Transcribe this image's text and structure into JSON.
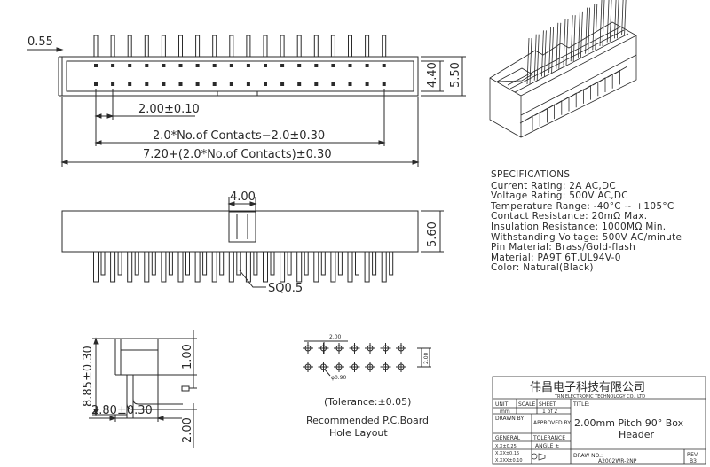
{
  "top_view": {
    "dim_left": "0.55",
    "dim_h1": "4.40",
    "dim_h2": "5.50",
    "dim_pitch": "2.00±0.10",
    "dim_contacts": "2.0*No.of Contacts−2.0±0.30",
    "dim_total": "7.20+(2.0*No.of Contacts)±0.30"
  },
  "front_view": {
    "dim_key": "4.00",
    "dim_height": "5.60",
    "pin_label": "SQ0.5"
  },
  "side_view": {
    "dim_height": "8.85±0.30",
    "dim_pin": "1.00",
    "dim_width": "2.80±0.30",
    "dim_tail": "2.00"
  },
  "pcb_layout": {
    "dim_pitch": "2.00",
    "dim_row": "2.00",
    "hole": "φ0.90",
    "tolerance": "(Tolerance:±0.05)",
    "caption_line1": "Recommended P.C.Board",
    "caption_line2": "Hole Layout"
  },
  "specifications": {
    "title": "SPECIFICATIONS",
    "lines": [
      "Current Rating: 2A AC,DC",
      "Voltage Rating: 500V AC,DC",
      "Temperature Range: -40°C ~ +105°C",
      "Contact Resistance: 20mΩ Max.",
      "Insulation Resistance: 1000MΩ Min.",
      "Withstanding Voltage: 500V AC/minute",
      "Pin Material: Brass/Gold-flash",
      "Material: PA9T 6T,UL94V-0",
      "Color: Natural(Black)"
    ]
  },
  "title_block": {
    "company_cn": "伟昌电子科技有限公司",
    "company_en": "TRN ELECTRONIC TECHNOLOGY CO., LTD",
    "unit_label": "UNIT",
    "unit_value": "mm",
    "scale_label": "SCALE",
    "sheet_label": "SHEET",
    "sheet_value": "1 of 2",
    "title_label": "TITLE:",
    "drawn_by": "DRAWN BY",
    "approved_by": "APPROVED BY",
    "title_line1": "2.00mm Pitch 90° Box",
    "title_line2": "Header",
    "general_label": "GENERAL",
    "tolerance_label": "TOLERANCE",
    "angle_label": "ANGLE ±",
    "tol1": "X.X±0.25",
    "tol2": "X.XX±0.15",
    "tol3": "X.XXX±0.10",
    "draw_no_label": "DRAW NO.:",
    "draw_no": "A2002WR-2NP",
    "rev_label": "REV.",
    "rev_value": "B3"
  }
}
